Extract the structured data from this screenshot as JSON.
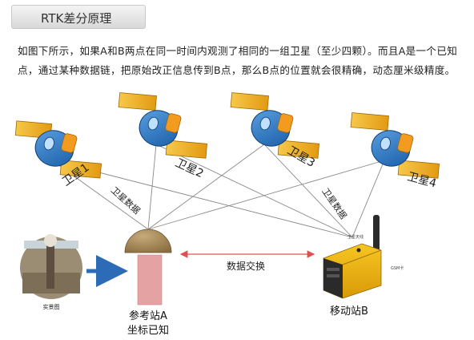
{
  "header": {
    "title": "RTK差分原理"
  },
  "description": "如图下所示，如果A和B两点在同一时间内观测了相同的一组卫星（至少四颗）。而且A是一个已知点，通过某种数据链，把原始改正信息传到B点，那么B点的位置就会很精确，动态厘米级精度。",
  "satellites": [
    {
      "label": "卫星1"
    },
    {
      "label": "卫星2"
    },
    {
      "label": "卫星3"
    },
    {
      "label": "卫星4"
    }
  ],
  "links": {
    "sat_data_left": "卫星数据",
    "sat_data_right": "卫星数据",
    "exchange": "数据交换"
  },
  "reference_station": {
    "name": "参考站A",
    "note": "坐标已知",
    "photo_caption": "实景图"
  },
  "mobile_station": {
    "name": "移动站B",
    "tag_top": "卫星天线",
    "tag_side": "GSM卡"
  },
  "colors": {
    "panel": "#1e6fb8",
    "body_orange": "#f29b1f",
    "dome": "#a88a5a",
    "pillar": "#e4a2a2",
    "arrow": "#2c6bb5",
    "exchange_arrow": "#e05050"
  }
}
